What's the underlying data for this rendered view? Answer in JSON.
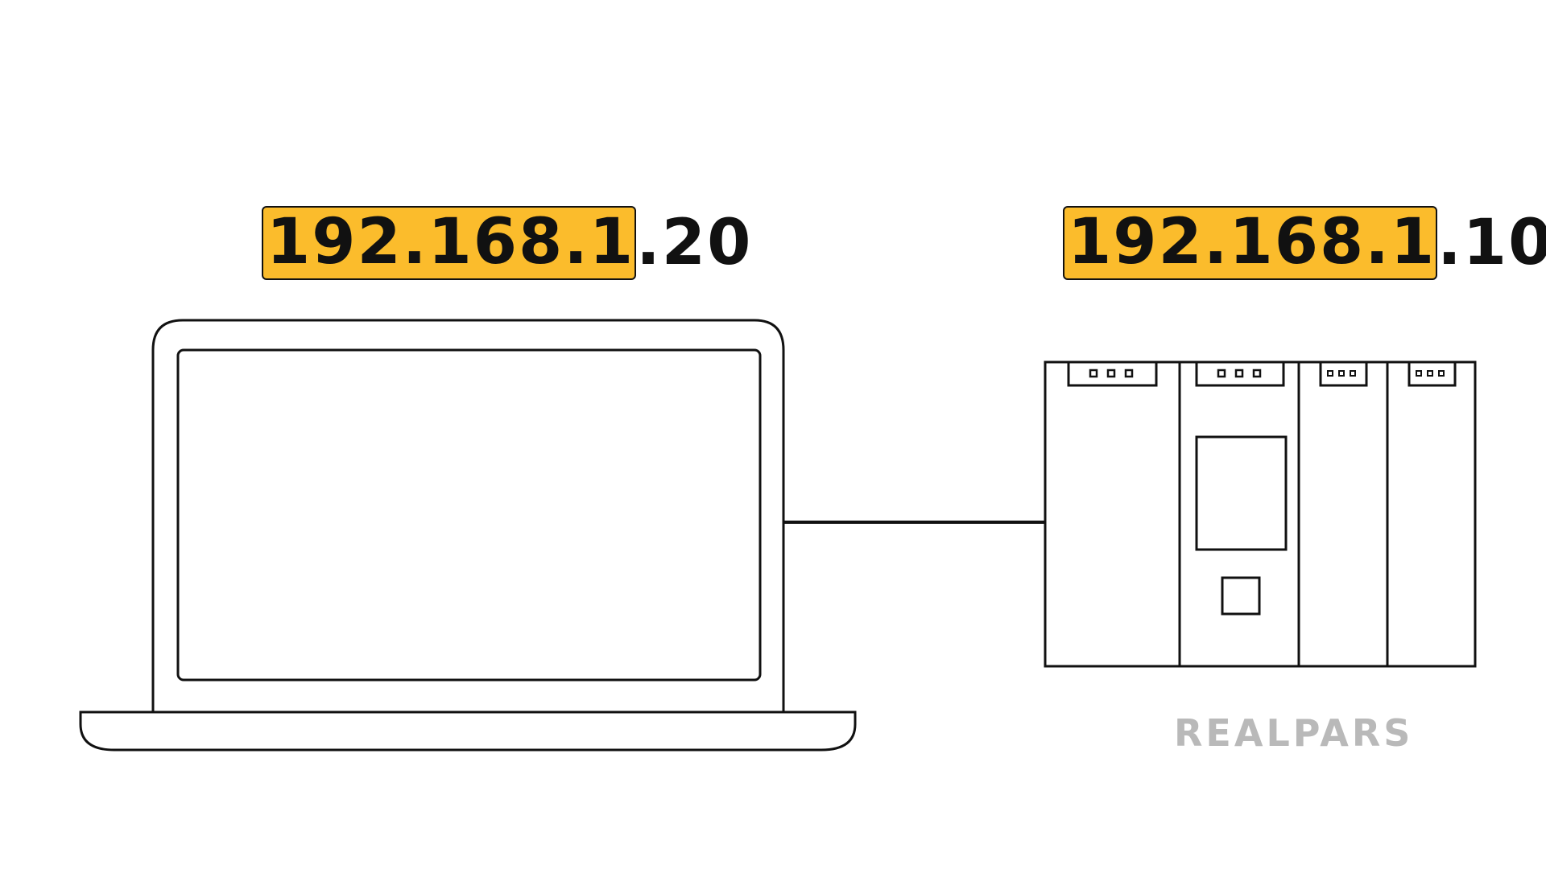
{
  "laptop": {
    "ip_network": "192.168.1",
    "ip_host": ".20"
  },
  "plc": {
    "ip_network": "192.168.1",
    "ip_host": ".10"
  },
  "logo": {
    "text": "REALPARS"
  },
  "colors": {
    "highlight": "#fbbc2c",
    "stroke": "#111111",
    "logo": "#b9b9b9",
    "background": "#ffffff"
  }
}
